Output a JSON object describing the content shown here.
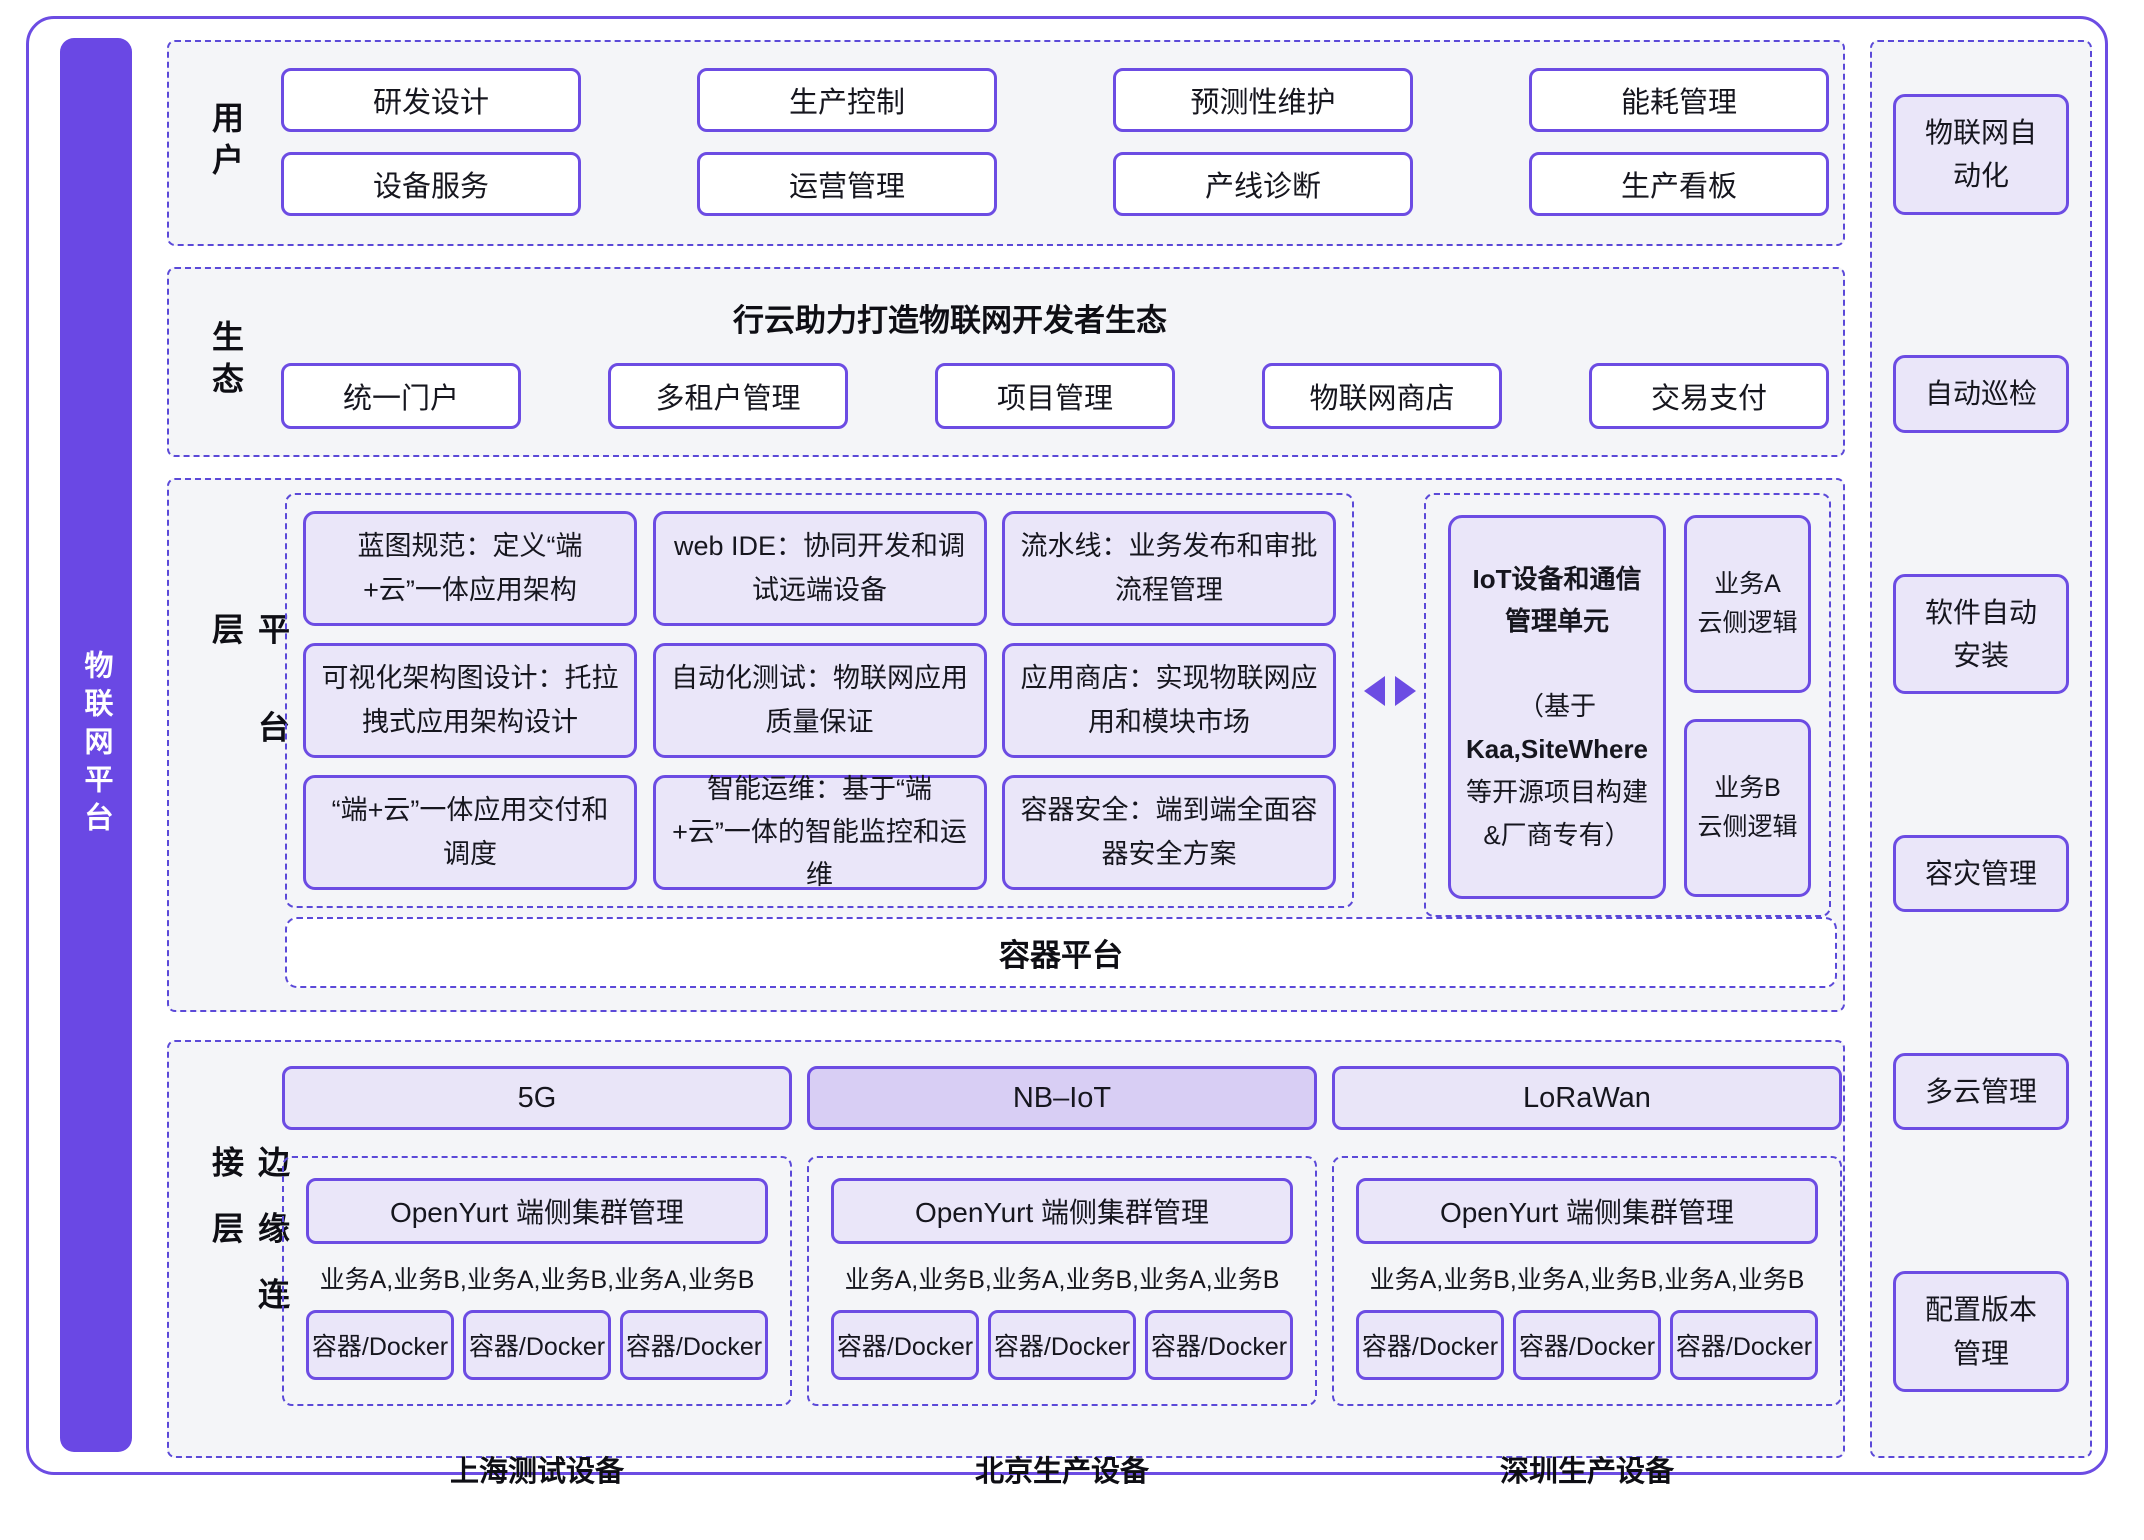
{
  "colors": {
    "accent": "#6c4ce3",
    "accent-bar": "#6a48e4",
    "dash": "#5b49d8",
    "box-fill": "#eae6f9",
    "net-default": "#e9e5f8",
    "net-highlight": "#d8cef4",
    "section-bg": "#f4f5f8",
    "text": "#16161e"
  },
  "left_bar": {
    "label": "物联网平台"
  },
  "sections": {
    "user": {
      "label": "用户",
      "boxes": [
        "研发设计",
        "生产控制",
        "预测性维护",
        "能耗管理",
        "设备服务",
        "运营管理",
        "产线诊断",
        "生产看板"
      ]
    },
    "eco": {
      "label": "生态",
      "title": "行云助力打造物联网开发者生态",
      "boxes": [
        "统一门户",
        "多租户管理",
        "项目管理",
        "物联网商店",
        "交易支付"
      ]
    },
    "platform": {
      "label": "平台层",
      "grid": [
        "蓝图规范：定义“端+云”一体应用架构",
        "web IDE：协同开发和调试远端设备",
        "流水线：业务发布和审批流程管理",
        "可视化架构图设计：托拉拽式应用架构设计",
        "自动化测试：物联网应用质量保证",
        "应用商店：实现物联网应用和模块市场",
        "“端+云”一体应用交付和调度",
        "智能运维：基于“端+云”一体的智能监控和运维",
        "容器安全：端到端全面容器安全方案"
      ],
      "iot_unit": {
        "title": "IoT设备和通信管理单元",
        "sub_open": "（基于",
        "sub_bold": "Kaa,SiteWhere",
        "sub_rest": "等开源项目构建&厂商专有）"
      },
      "cloud_services": [
        {
          "line1": "业务A",
          "line2": "云侧逻辑"
        },
        {
          "line1": "业务B",
          "line2": "云侧逻辑"
        }
      ],
      "container_platform": "容器平台"
    },
    "edge": {
      "label": "边缘连接层",
      "columns": [
        {
          "network": "5G",
          "cluster": "OpenYurt 端侧集群管理",
          "services": "业务A,业务B,业务A,业务B,业务A,业务B",
          "containers": [
            "容器/Docker",
            "容器/Docker",
            "容器/Docker"
          ],
          "footer": "上海测试设备"
        },
        {
          "network": "NB–IoT",
          "cluster": "OpenYurt 端侧集群管理",
          "services": "业务A,业务B,业务A,业务B,业务A,业务B",
          "containers": [
            "容器/Docker",
            "容器/Docker",
            "容器/Docker"
          ],
          "footer": "北京生产设备"
        },
        {
          "network": "LoRaWan",
          "cluster": "OpenYurt 端侧集群管理",
          "services": "业务A,业务B,业务A,业务B,业务A,业务B",
          "containers": [
            "容器/Docker",
            "容器/Docker",
            "容器/Docker"
          ],
          "footer": "深圳生产设备"
        }
      ]
    }
  },
  "sidebar": {
    "items": [
      "物联网自动化",
      "自动巡检",
      "软件自动安装",
      "容灾管理",
      "多云管理",
      "配置版本管理"
    ]
  }
}
